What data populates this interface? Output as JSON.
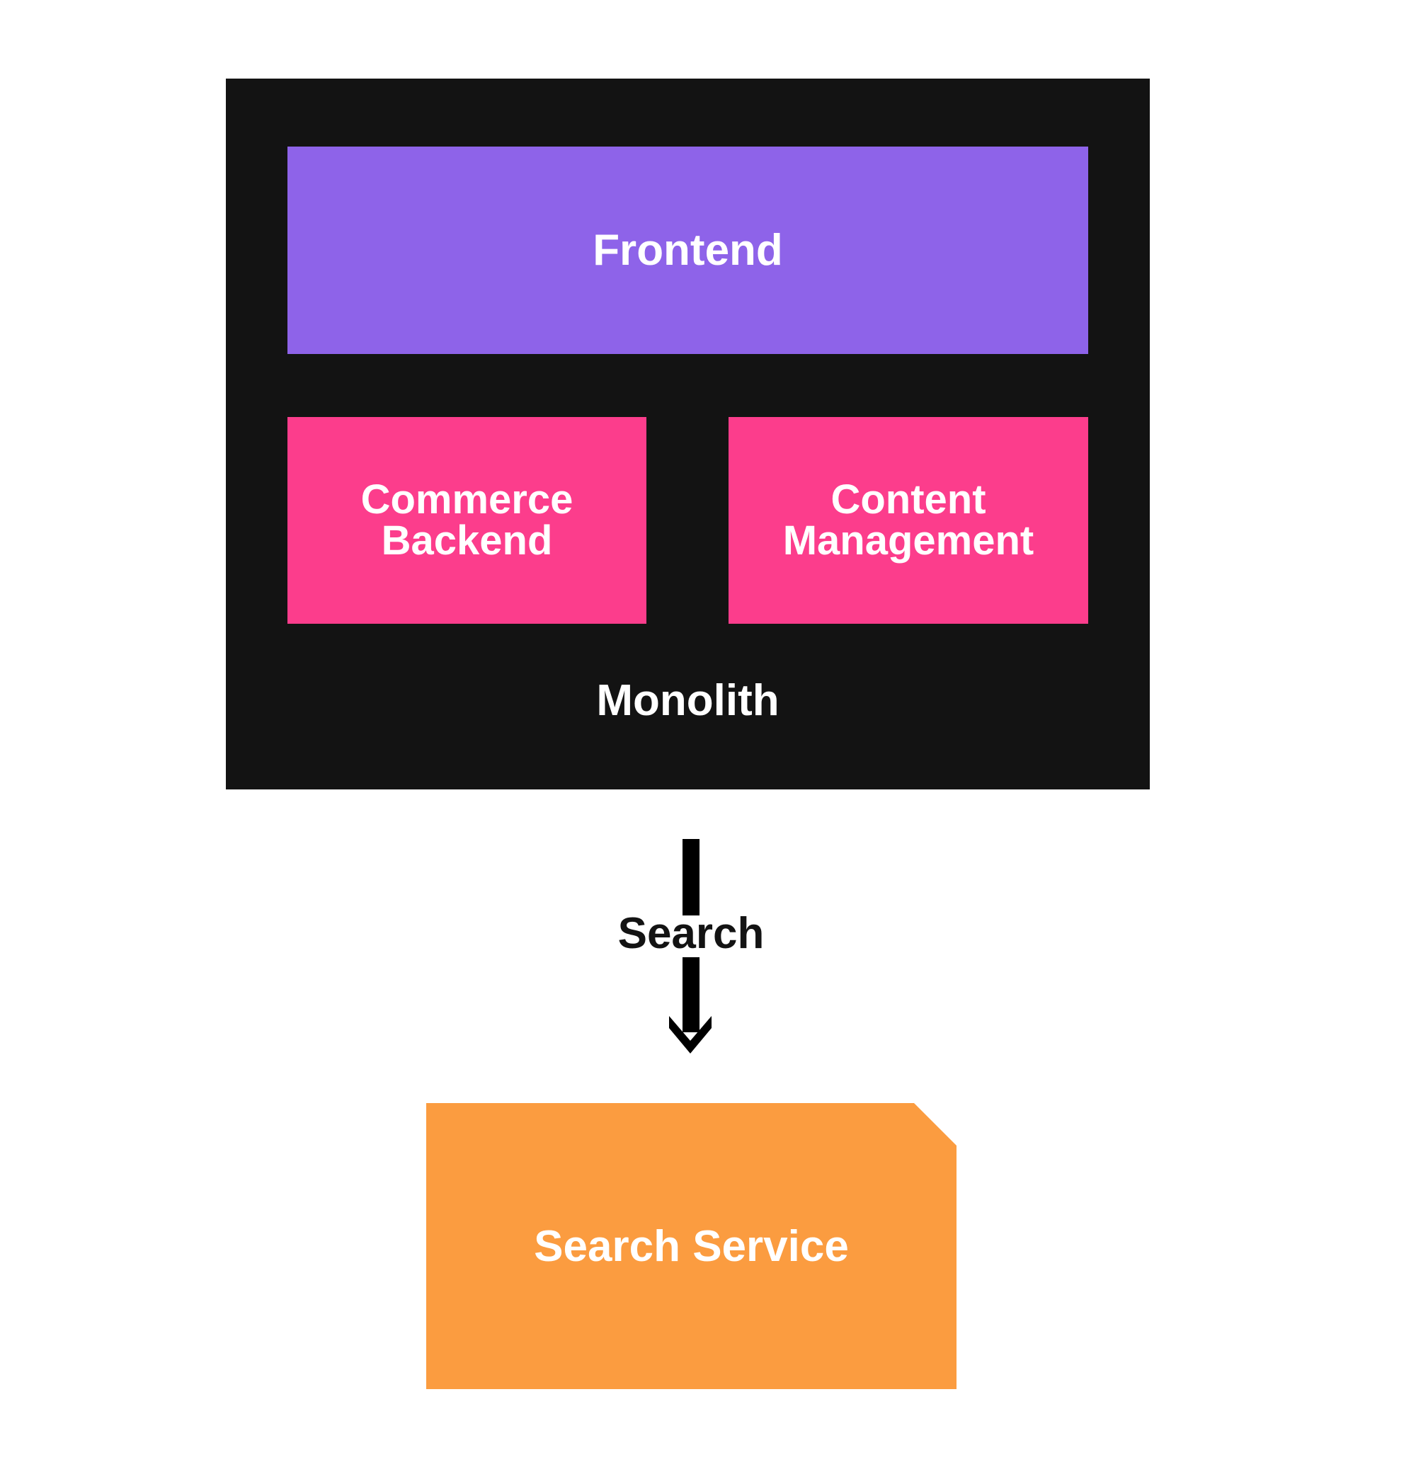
{
  "colors": {
    "page_bg": "#FFFFFF",
    "monolith_bg": "#131313",
    "frontend_bg": "#8E63E9",
    "module_bg": "#FC3D8C",
    "service_bg": "#FB9C40",
    "arrow_color": "#000000",
    "box_label_color": "#FFFFFF",
    "arrow_label_color": "#131313"
  },
  "diagram": {
    "monolith": {
      "label": "Monolith",
      "frontend": {
        "label": "Frontend"
      },
      "modules": [
        {
          "label": "Commerce Backend"
        },
        {
          "label": "Content Management"
        }
      ]
    },
    "arrow": {
      "label": "Search"
    },
    "service": {
      "label": "Search Service"
    }
  }
}
